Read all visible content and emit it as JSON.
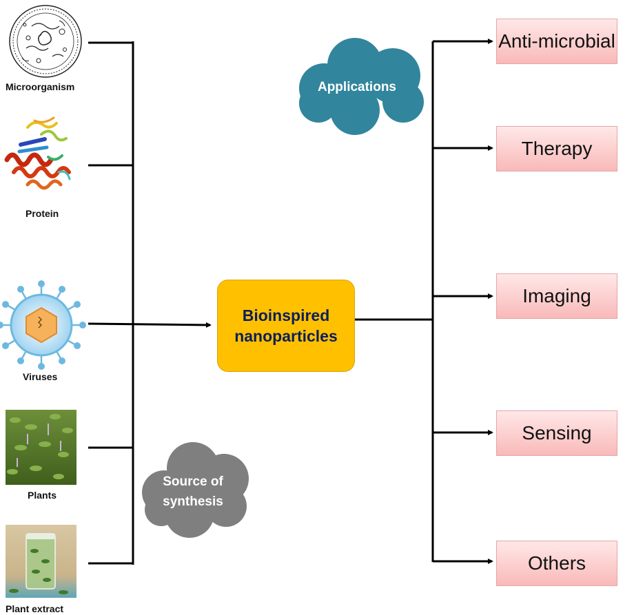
{
  "sources": [
    {
      "label": "Microorganism",
      "icon": "microorganism-icon"
    },
    {
      "label": "Protein",
      "icon": "protein-ribbon-icon"
    },
    {
      "label": "Viruses",
      "icon": "virus-icon"
    },
    {
      "label": "Plants",
      "icon": "plants-photo"
    },
    {
      "label": "Plant extract",
      "icon": "plant-extract-jar-photo"
    }
  ],
  "source_cloud": {
    "label": "Source of\nsynthesis",
    "color": "#7f7f7f"
  },
  "center": {
    "label": "Bioinspired\nnanoparticles",
    "fill": "#FFC000",
    "text_color": "#0b1f5c"
  },
  "applications_cloud": {
    "label": "Applications",
    "color": "#31859C"
  },
  "applications": [
    {
      "label": "Anti-microbial"
    },
    {
      "label": "Therapy"
    },
    {
      "label": "Imaging"
    },
    {
      "label": "Sensing"
    },
    {
      "label": "Others"
    }
  ]
}
